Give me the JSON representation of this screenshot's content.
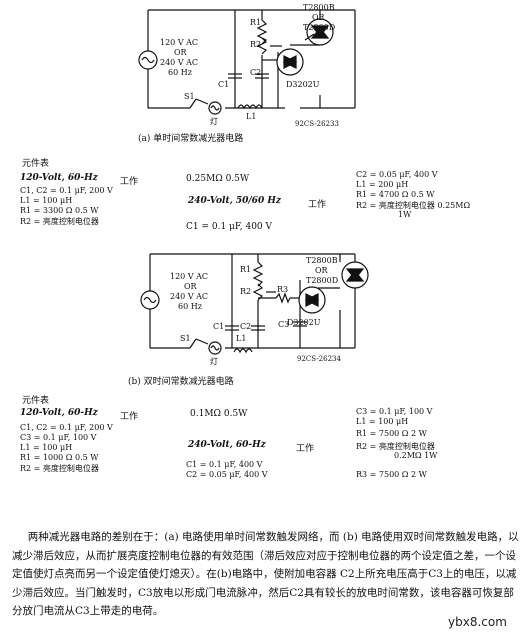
{
  "circuit_a": {
    "ac_source": [
      "120 V AC",
      "OR",
      "240 V AC",
      "60 Hz"
    ],
    "triac_part": [
      "T2800B",
      "OR",
      "T2800D"
    ],
    "diac_part": "D3202U",
    "labels": {
      "r1": "R1",
      "r2": "R2",
      "c1": "C1",
      "c2": "C2",
      "l1": "L1",
      "s1": "S1",
      "lamp": "灯"
    },
    "code": "92CS-26233",
    "caption": "(a)  单时间常数减光器电路"
  },
  "parts_a": {
    "header": "元件表",
    "v120_title": "120-Volt, 60-Hz",
    "v120_mark": "工作",
    "r_val": "0.25MΩ    0.5W",
    "c_col": [
      "C2 = 0.05 μF, 400 V",
      "L1 = 200 μH",
      "R1 = 4700  Ω     0.5  W",
      "R2 = 亮度控制电位器  0.25MΩ",
      "1W"
    ],
    "left_col": [
      "C1, C2 = 0.1 μF, 200 V",
      "L1 = 100 μH",
      "R1 = 3300 Ω          0.5  W",
      "R2 = 亮度控制电位器"
    ],
    "v240_title": "240-Volt, 50/60 Hz",
    "v240_mark": "工作",
    "c1_240": "C1 = 0.1 μF, 400 V"
  },
  "circuit_b": {
    "ac_source": [
      "120 V AC",
      "OR",
      "240 V AC",
      "60 Hz"
    ],
    "triac_part": [
      "T2800B",
      "OR",
      "T2800D"
    ],
    "diac_part": "D3202U",
    "labels": {
      "r1": "R1",
      "r2": "R2",
      "r3": "R3",
      "c1": "C1",
      "c2": "C2",
      "c3": "C3",
      "l1": "L1",
      "s1": "S1",
      "lamp": "灯"
    },
    "code": "92CS-26234",
    "caption": "(b)  双时间常数减光器电路"
  },
  "parts_b": {
    "header": "元件表",
    "v120_title": "120-Volt, 60-Hz",
    "v120_mark": "工作",
    "r_val": "0.1MΩ      0.5W",
    "left_col": [
      "C1, C2 = 0.1 μF, 200 V",
      "C3 = 0.1 μF, 100 V",
      "L1 = 100 μH",
      "R1 = 1000   Ω          0.5    W",
      "R2 = 亮度控制电位器"
    ],
    "right_col": [
      "C3 = 0.1  μF,  100  V",
      "L1 = 100 μH",
      "R1 = 7500   Ω          2    W",
      "R2 = 亮度控制电位器",
      "0.2MΩ      1W",
      "R3 = 7500   Ω          2    W"
    ],
    "v240_title": "240-Volt, 60-Hz",
    "v240_mark": "工作",
    "c240": [
      "C1 = 0.1 μF, 400 V",
      "C2 = 0.05 μF, 400 V"
    ]
  },
  "paragraph": "两种减光器电路的差别在于：(a) 电路使用单时间常数触发网络，而 (b) 电路使用双时间常数触发电路，以减少滞后效应，从而扩展亮度控制电位器的有效范围（滞后效应对应于控制电位器的两个设定值之差，一个设定值使灯点亮而另一个设定值使灯熄灭）。在(b)电路中，使附加电容器 C2上所充电压高于C3上的电压，以减少滞后效应。当门触发时，C3放电以形成门电流脉冲，然后C2具有较长的放电时间常数，该电容器可恢复部分放门电流从C3上带走的电荷。",
  "watermark": "ybx8.com"
}
